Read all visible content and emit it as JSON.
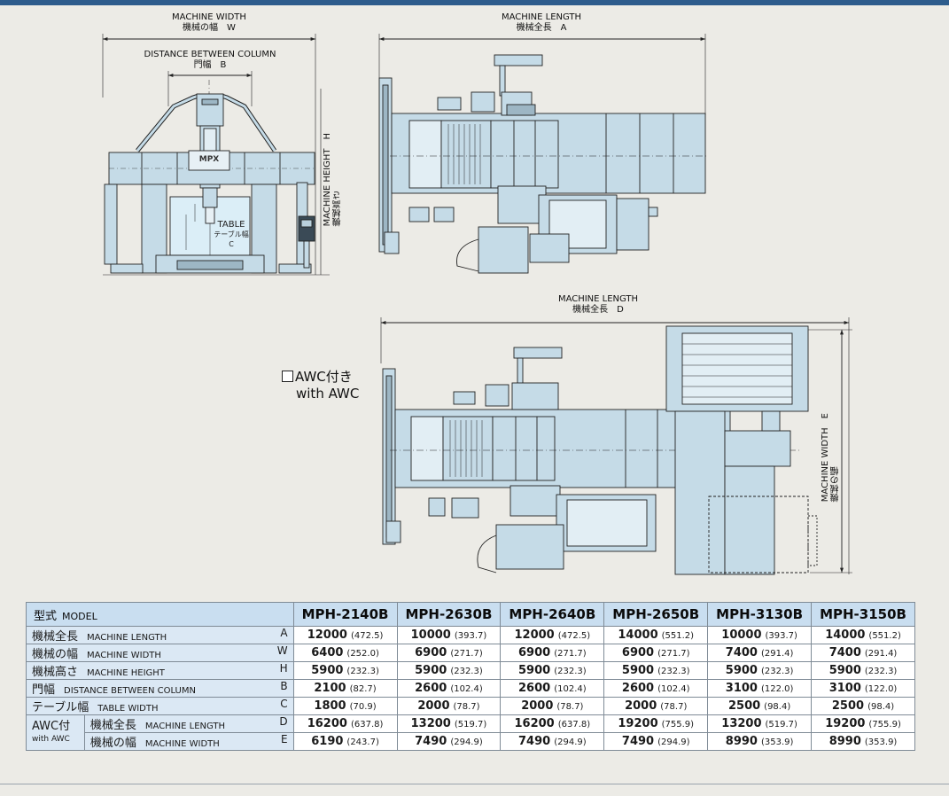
{
  "drawings": {
    "front_view": {
      "width_label_en": "MACHINE WIDTH",
      "width_label_jp": "機械の幅　W",
      "between_label_en": "DISTANCE BETWEEN COLUMN",
      "between_label_jp": "門幅　B",
      "height_label_en": "MACHINE HEIGHT　H",
      "height_label_jp": "機械高さ",
      "table_label_en": "TABLE",
      "table_label_jp": "テーブル幅 C",
      "logo_text": "MPX"
    },
    "side_view": {
      "length_label_en": "MACHINE LENGTH",
      "length_label_jp": "機械全長　A"
    },
    "awc_view": {
      "length_label_en": "MACHINE LENGTH",
      "length_label_jp": "機械全長　D",
      "width_label_en": "MACHINE WIDTH　E",
      "width_label_jp": "機械の幅",
      "awc_label_jp": "AWC付き",
      "awc_label_en": "with AWC"
    }
  },
  "table": {
    "header": {
      "jp": "型式",
      "en": "MODEL"
    },
    "models": [
      "MPH-2140B",
      "MPH-2630B",
      "MPH-2640B",
      "MPH-2650B",
      "MPH-3130B",
      "MPH-3150B"
    ],
    "rows": [
      {
        "jp": "機械全長",
        "en": "MACHINE LENGTH",
        "key": "A",
        "values": [
          [
            "12000",
            "(472.5)"
          ],
          [
            "10000",
            "(393.7)"
          ],
          [
            "12000",
            "(472.5)"
          ],
          [
            "14000",
            "(551.2)"
          ],
          [
            "10000",
            "(393.7)"
          ],
          [
            "14000",
            "(551.2)"
          ]
        ]
      },
      {
        "jp": "機械の幅",
        "en": "MACHINE WIDTH",
        "key": "W",
        "values": [
          [
            "6400",
            "(252.0)"
          ],
          [
            "6900",
            "(271.7)"
          ],
          [
            "6900",
            "(271.7)"
          ],
          [
            "6900",
            "(271.7)"
          ],
          [
            "7400",
            "(291.4)"
          ],
          [
            "7400",
            "(291.4)"
          ]
        ]
      },
      {
        "jp": "機械高さ",
        "en": "MACHINE HEIGHT",
        "key": "H",
        "values": [
          [
            "5900",
            "(232.3)"
          ],
          [
            "5900",
            "(232.3)"
          ],
          [
            "5900",
            "(232.3)"
          ],
          [
            "5900",
            "(232.3)"
          ],
          [
            "5900",
            "(232.3)"
          ],
          [
            "5900",
            "(232.3)"
          ]
        ]
      },
      {
        "jp": "門幅",
        "en": "DISTANCE BETWEEN COLUMN",
        "key": "B",
        "values": [
          [
            "2100",
            "(82.7)"
          ],
          [
            "2600",
            "(102.4)"
          ],
          [
            "2600",
            "(102.4)"
          ],
          [
            "2600",
            "(102.4)"
          ],
          [
            "3100",
            "(122.0)"
          ],
          [
            "3100",
            "(122.0)"
          ]
        ]
      },
      {
        "jp": "テーブル幅",
        "en": "TABLE WIDTH",
        "key": "C",
        "values": [
          [
            "1800",
            "(70.9)"
          ],
          [
            "2000",
            "(78.7)"
          ],
          [
            "2000",
            "(78.7)"
          ],
          [
            "2000",
            "(78.7)"
          ],
          [
            "2500",
            "(98.4)"
          ],
          [
            "2500",
            "(98.4)"
          ]
        ]
      }
    ],
    "awc_group": {
      "jp": "AWC付",
      "en": "with AWC"
    },
    "awc_rows": [
      {
        "jp": "機械全長",
        "en": "MACHINE LENGTH",
        "key": "D",
        "values": [
          [
            "16200",
            "(637.8)"
          ],
          [
            "13200",
            "(519.7)"
          ],
          [
            "16200",
            "(637.8)"
          ],
          [
            "19200",
            "(755.9)"
          ],
          [
            "13200",
            "(519.7)"
          ],
          [
            "19200",
            "(755.9)"
          ]
        ]
      },
      {
        "jp": "機械の幅",
        "en": "MACHINE WIDTH",
        "key": "E",
        "values": [
          [
            "6190",
            "(243.7)"
          ],
          [
            "7490",
            "(294.9)"
          ],
          [
            "7490",
            "(294.9)"
          ],
          [
            "7490",
            "(294.9)"
          ],
          [
            "8990",
            "(353.9)"
          ],
          [
            "8990",
            "(353.9)"
          ]
        ]
      }
    ]
  },
  "colors": {
    "machine_fill": "#c5dbe7",
    "line": "#222222",
    "header_bg": "#c9def0",
    "label_bg": "#dbe8f4",
    "topbar": "#2d5c8c"
  }
}
